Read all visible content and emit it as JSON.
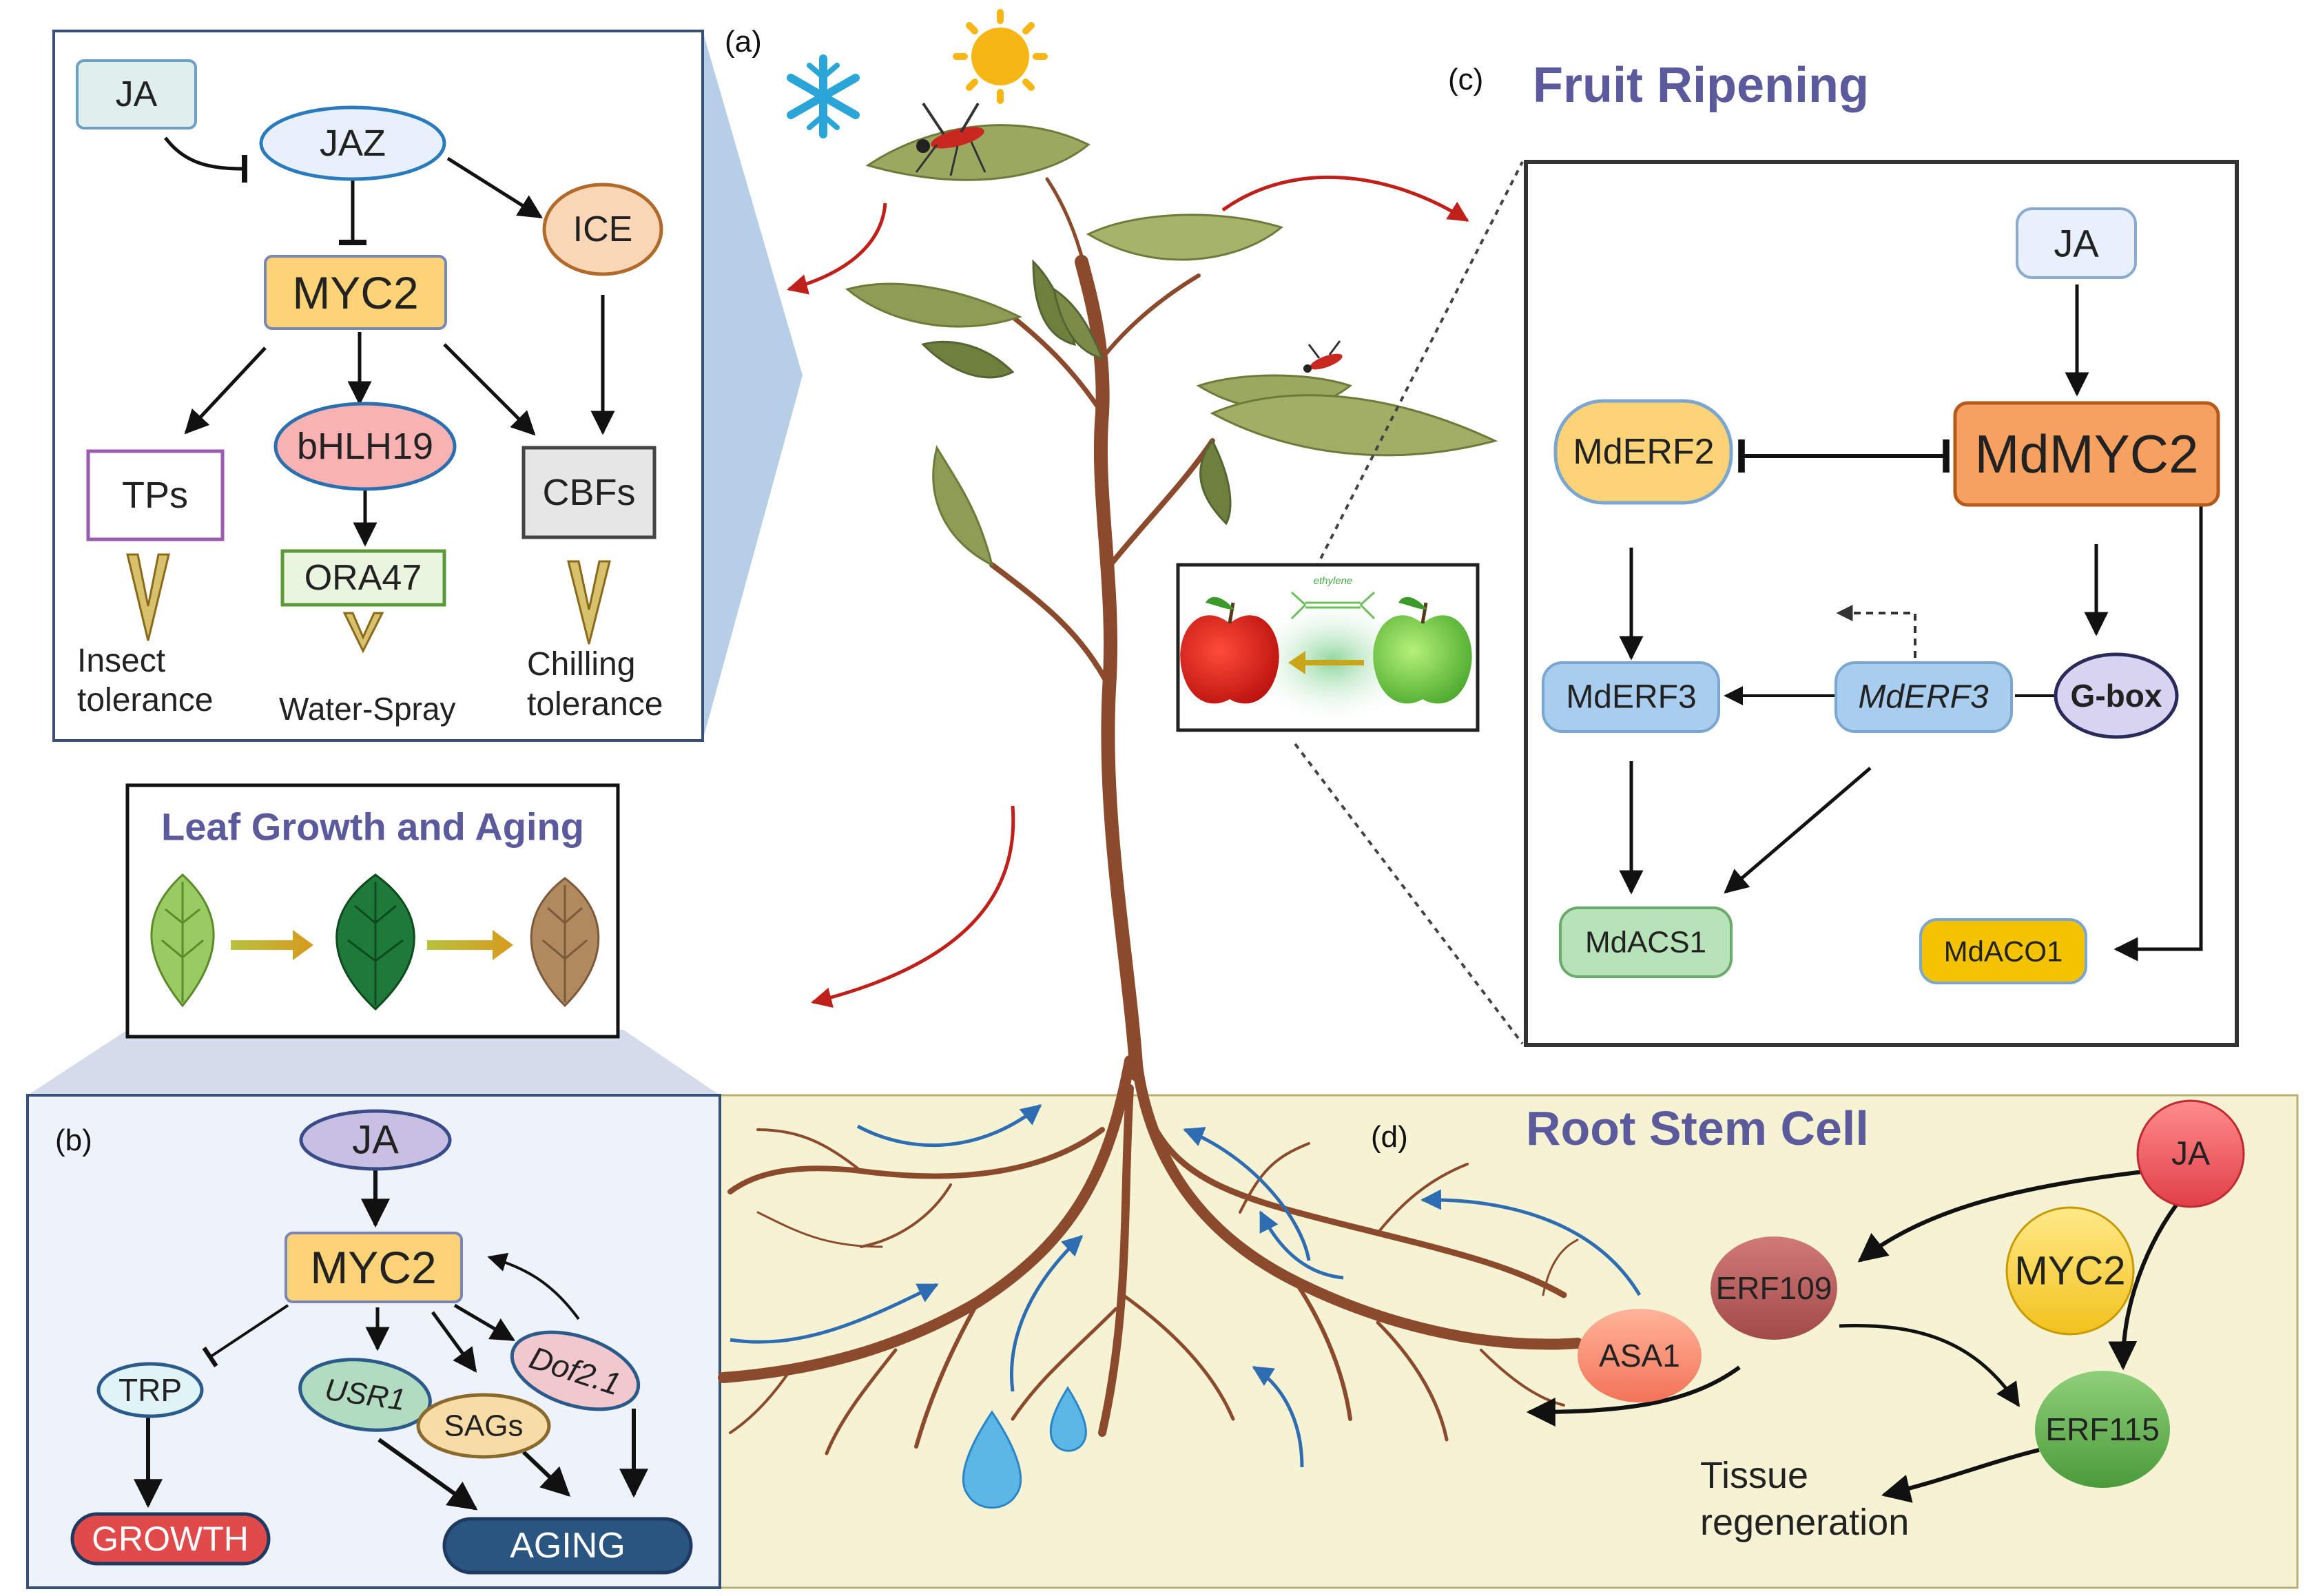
{
  "panel_labels": {
    "a": "(a)",
    "b": "(b)",
    "c": "(c)",
    "d": "(d)"
  },
  "titles": {
    "fruit": "Fruit Ripening",
    "leaf": "Leaf Growth and Aging",
    "root": "Root Stem Cell"
  },
  "panel_a": {
    "ja": "JA",
    "jaz": "JAZ",
    "ice": "ICE",
    "myc2": "MYC2",
    "tps": "TPs",
    "bhlh19": "bHLH19",
    "cbfs": "CBFs",
    "ora47": "ORA47",
    "insect_1": "Insect",
    "insect_2": "tolerance",
    "water": "Water-Spray",
    "chill_1": "Chilling",
    "chill_2": "tolerance"
  },
  "panel_b": {
    "ja": "JA",
    "myc2": "MYC2",
    "trp": "TRP",
    "usr1": "USR1",
    "sags": "SAGs",
    "dof": "Dof2.1",
    "growth": "GROWTH",
    "aging": "AGING"
  },
  "panel_c": {
    "ja": "JA",
    "mdmyc2": "MdMYC2",
    "mderf2": "MdERF2",
    "mderf3": "MdERF3",
    "mderf3_gene": "MdERF3",
    "gbox": "G-box",
    "mdacs1": "MdACS1",
    "mdaco1": "MdACO1",
    "ethylene": "ethylene"
  },
  "panel_d": {
    "ja": "JA",
    "erf109": "ERF109",
    "myc2": "MYC2",
    "asa1": "ASA1",
    "erf115": "ERF115",
    "tissue_1": "Tissue",
    "tissue_2": "regeneration"
  },
  "colors": {
    "stem": "#8b4a2b",
    "leaf": "#9aa860",
    "root_bg": "#f6f3d4",
    "panel_b_bg": "#eef2fb",
    "title_purple": "#5b5a9c",
    "red_arrow": "#c0201a",
    "blue_arrow": "#2f6db3"
  }
}
